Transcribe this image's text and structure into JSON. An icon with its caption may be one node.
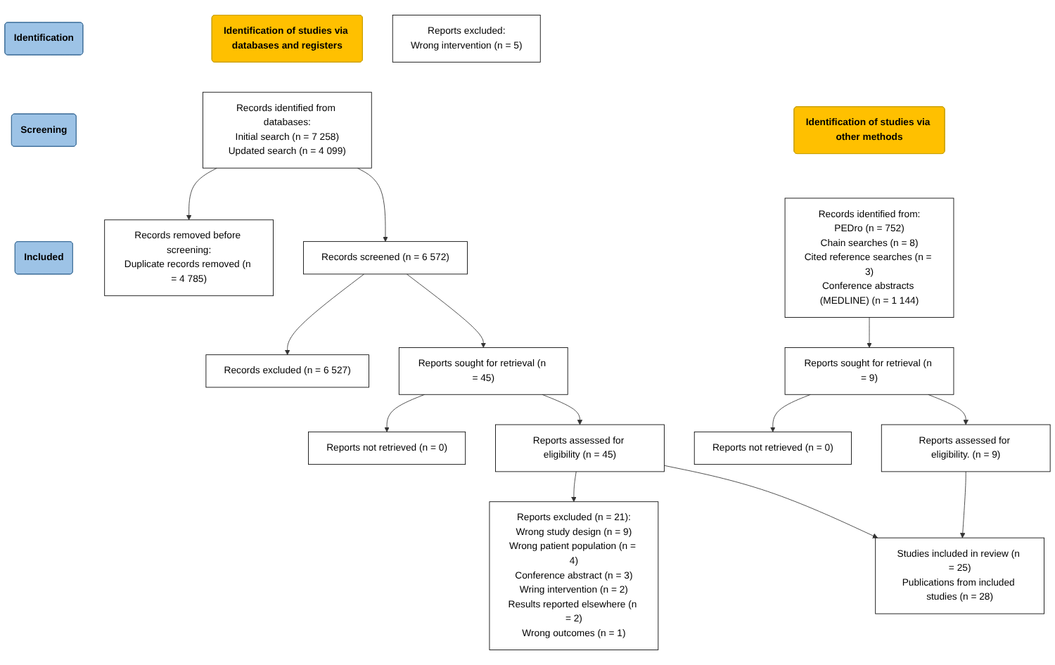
{
  "diagram": {
    "nodes": [
      {
        "text": [
          "Identification of studies via databases and registers"
        ]
      },
      {
        "text": [
          "Identification of studies via other methods"
        ]
      },
      {
        "text": [
          "Identification"
        ]
      },
      {
        "text": [
          "Screening"
        ]
      },
      {
        "text": [
          "Included"
        ]
      },
      {
        "text": [
          "Records identified from databases:",
          "Initial search (n = 7 258)",
          "Updated search (n = 4 099)"
        ]
      },
      {
        "text": [
          "Records removed before screening:",
          "Duplicate records removed (n = 4 785)"
        ]
      },
      {
        "text": [
          "Records screened (n = 6 572)"
        ]
      },
      {
        "text": [
          "Records excluded (n = 6 527)"
        ]
      },
      {
        "text": [
          "Reports sought for retrieval (n = 45)"
        ]
      },
      {
        "text": [
          "Reports not retrieved (n = 0)"
        ]
      },
      {
        "text": [
          "Reports assessed for eligibility (n = 45)"
        ]
      },
      {
        "text": [
          "Reports excluded (n = 21):",
          "Wrong study design (n = 9)",
          "Wrong patient population (n = 4)",
          "Conference abstract (n = 3)",
          "Wring intervention (n = 2)",
          "Results reported elsewhere (n = 2)",
          "Wrong outcomes (n = 1)"
        ]
      },
      {
        "text": [
          "Studies included in review (n = 25)",
          "Publications from included studies (n = 28)"
        ]
      },
      {
        "text": [
          "Records identified from:",
          "PEDro (n = 752)",
          "Chain searches (n = 8)",
          "Cited reference searches (n = 3)",
          "Conference abstracts (MEDLINE) (n = 1 144)"
        ]
      },
      {
        "text": [
          "Reports sought for retrieval (n = 9)"
        ]
      },
      {
        "text": [
          "Reports not retrieved (n = 0)"
        ]
      },
      {
        "text": [
          "Reports assessed for eligibility. (n = 9)"
        ]
      },
      {
        "text": [
          "Reports excluded:",
          "Wrong intervention (n = 5)"
        ]
      }
    ],
    "edges": [
      {
        "from": 5,
        "to": 6,
        "arrow": "to"
      },
      {
        "from": 5,
        "to": 7,
        "arrow": "to"
      },
      {
        "from": 7,
        "to": 8,
        "arrow": "to"
      },
      {
        "from": 7,
        "to": 9,
        "arrow": "to"
      },
      {
        "from": 9,
        "to": 10,
        "arrow": "to"
      },
      {
        "from": 9,
        "to": 11,
        "arrow": "to"
      },
      {
        "from": 11,
        "to": 12,
        "arrow": "to"
      },
      {
        "from": 11,
        "to": 13,
        "arrow": "to"
      },
      {
        "from": 14,
        "to": 15,
        "arrow": "to"
      },
      {
        "from": 15,
        "to": 16,
        "arrow": "to"
      },
      {
        "from": 15,
        "to": 17,
        "arrow": "to"
      },
      {
        "from": 17,
        "to": 13,
        "arrow": "to"
      }
    ]
  }
}
